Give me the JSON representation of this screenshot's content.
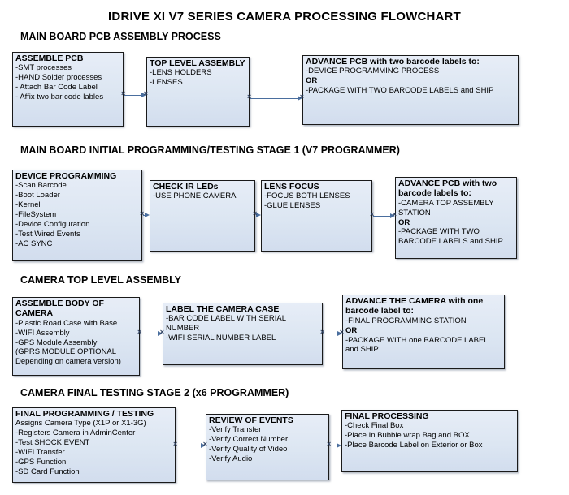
{
  "title": "IDRIVE XI V7 SERIES CAMERA PROCESSING FLOWCHART",
  "colors": {
    "box_fill": "#dce6f2",
    "box_border": "#1a1a1a",
    "arrow": "#4a6e9e"
  },
  "sections": [
    {
      "heading": "MAIN BOARD PCB ASSEMBLY PROCESS",
      "boxes": [
        {
          "title": "ASSEMBLE PCB",
          "lines": [
            "-SMT processes",
            "-HAND Solder processes",
            "- Attach Bar Code Label",
            "- Affix two bar code lables"
          ]
        },
        {
          "title": "TOP LEVEL ASSEMBLY",
          "lines": [
            "-LENS HOLDERS",
            "-LENSES"
          ]
        },
        {
          "title": "ADVANCE PCB with two barcode labels to:",
          "lines": [
            "-DEVICE PROGRAMMING PROCESS",
            "OR",
            "-PACKAGE WITH TWO BARCODE LABELS and SHIP"
          ]
        }
      ]
    },
    {
      "heading": "MAIN BOARD INITIAL PROGRAMMING/TESTING STAGE 1 (V7 PROGRAMMER)",
      "boxes": [
        {
          "title": "DEVICE PROGRAMMING",
          "lines": [
            "-Scan Barcode",
            "-Boot Loader",
            "-Kernel",
            "-FileSystem",
            "-Device Configuration",
            "-Test Wired Events",
            "-AC SYNC"
          ]
        },
        {
          "title": "CHECK IR LEDs",
          "lines": [
            "-USE PHONE CAMERA"
          ]
        },
        {
          "title": "LENS FOCUS",
          "lines": [
            "-FOCUS BOTH LENSES",
            "-GLUE LENSES"
          ]
        },
        {
          "title": "ADVANCE PCB with two barcode labels to:",
          "lines": [
            "-CAMERA TOP ASSEMBLY STATION",
            "OR",
            "-PACKAGE WITH TWO BARCODE LABELS and SHIP"
          ]
        }
      ]
    },
    {
      "heading": "CAMERA TOP LEVEL ASSEMBLY",
      "boxes": [
        {
          "title": "ASSEMBLE BODY OF CAMERA",
          "lines": [
            "-Plastic Road Case with Base",
            "-WIFI Assembly",
            "-GPS Module Assembly",
            "(GPRS MODULE OPTIONAL",
            "Depending on camera version)"
          ]
        },
        {
          "title": "LABEL THE CAMERA CASE",
          "lines": [
            "-BAR CODE LABEL WITH SERIAL NUMBER",
            "-WIFI SERIAL NUMBER LABEL"
          ]
        },
        {
          "title": "ADVANCE THE CAMERA with one barcode label to:",
          "lines": [
            "-FINAL PROGRAMMING STATION",
            "OR",
            "-PACKAGE WITH one BARCODE LABEL and SHIP"
          ]
        }
      ]
    },
    {
      "heading": "CAMERA FINAL TESTING STAGE 2 (x6 PROGRAMMER)",
      "boxes": [
        {
          "title": "FINAL PROGRAMMING / TESTING",
          "lines": [
            "Assigns Camera Type (X1P or X1-3G)",
            "-Registers Camera in AdminCenter",
            "-Test SHOCK EVENT",
            "-WIFI Transfer",
            "-GPS Function",
            "-SD Card Function"
          ]
        },
        {
          "title": "REVIEW OF EVENTS",
          "lines": [
            "-Verify Transfer",
            "-Verify Correct Number",
            "-Verify Quality of Video",
            "-Verify Audio"
          ]
        },
        {
          "title": "FINAL PROCESSING",
          "lines": [
            "-Check Final Box",
            "-Place In Bubble wrap Bag and BOX",
            "-Place Barcode Label on Exterior or Box"
          ]
        }
      ]
    }
  ]
}
